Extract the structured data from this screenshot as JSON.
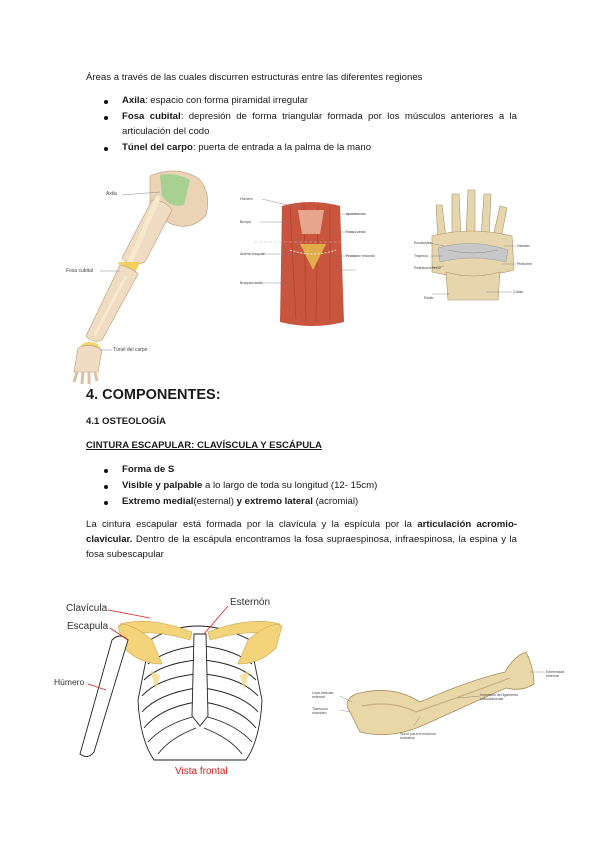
{
  "intro": "Áreas a través de las cuales discurren estructuras entre las diferentes regiones",
  "regions": [
    {
      "term": "Axila",
      "text": ": espacio con forma piramidal irregular"
    },
    {
      "term": "Fosa cubital",
      "text": ": depresión de forma triangular formada por los músculos anteriores a la articulación del codo"
    },
    {
      "term": "Túnel del carpo",
      "text": ": puerta de entrada a la palma de la mano"
    }
  ],
  "fig1": {
    "arm_labels": {
      "axila": "Axila",
      "fosa": "Fosa cubital",
      "tunel": "Túnel del carpo"
    },
    "elbow_labels": [
      "Húmero",
      "Bíceps",
      "Fosa cubital",
      "Arteria braquial",
      "Pronador redondo",
      "Braquiorradial",
      "Aponeurosis"
    ],
    "wrist_labels": [
      "Escafoides",
      "Hamato",
      "Trapecio",
      "Pisiforme",
      "Retináculo flexor",
      "Radio",
      "Cúbito"
    ]
  },
  "section_title": "4. COMPONENTES:",
  "subsection": "4.1 OSTEOLOGÍA",
  "subheading": "CINTURA ESCAPULAR: CLAVÍSCULA Y ESCÁPULA",
  "features": [
    {
      "bold": "Forma de S",
      "rest": ""
    },
    {
      "bold": "Visible y palpable",
      "rest": " a lo largo de toda su longitud (12- 15cm)"
    },
    {
      "bold": "Extremo medial",
      "rest": "(esternal) ",
      "bold2": "y extremo lateral",
      "rest2": " (acromial)"
    }
  ],
  "paragraph": {
    "p1": "La cintura escapular está formada por la clavícula y la espícula por la ",
    "bold": "articulación acromio-clavicular.",
    "p2": " Dentro de la escápula encontramos la fosa supraespinosa, infraespinosa, la espina y la fosa subescapular"
  },
  "fig2": {
    "clavicula": "Clavícula",
    "escapula": "Escapula",
    "humero": "Húmero",
    "esternon": "Esternón",
    "caption": "Vista frontal"
  },
  "fig3": {
    "labels": [
      "Cara articular esternal",
      "Tubérculo conoideo",
      "Surco para el músculo subclavio",
      "Impresión del ligamento costoclavicular",
      "Extremidad esternal"
    ]
  },
  "colors": {
    "bone": "#ead7a8",
    "scapula": "#f4d47a",
    "muscle": "#c9553e",
    "red_label": "#d62020"
  }
}
